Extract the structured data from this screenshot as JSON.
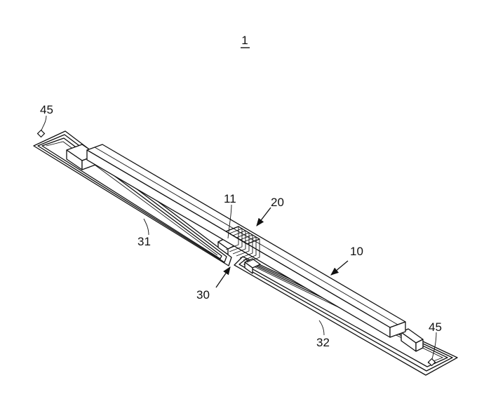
{
  "figure": {
    "number": "1",
    "labels": {
      "label_45_left": "45",
      "label_45_right": "45",
      "label_11": "11",
      "label_20": "20",
      "label_10": "10",
      "label_31": "31",
      "label_30": "30",
      "label_32": "32"
    }
  }
}
